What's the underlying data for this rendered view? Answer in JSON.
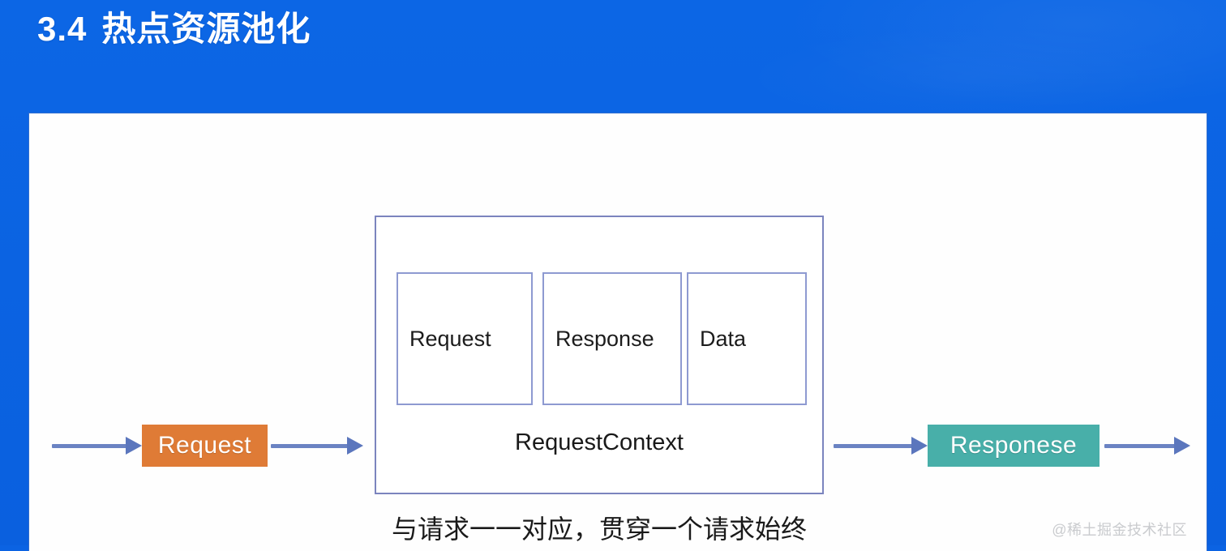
{
  "slide": {
    "number": "3.4",
    "title": "热点资源池化",
    "background_color": "#0B63E3",
    "panel_background": "#FEFEFE"
  },
  "diagram": {
    "request_chip": {
      "label": "Request",
      "color": "#DF7B36"
    },
    "response_chip": {
      "label": "Responese",
      "color": "#48AFA9"
    },
    "context": {
      "label": "RequestContext",
      "border_color": "#7B84BE",
      "items": [
        {
          "label": "Request"
        },
        {
          "label": "Response"
        },
        {
          "label": "Data"
        }
      ]
    },
    "arrows": [
      {
        "name": "inbound-arrow"
      },
      {
        "name": "request-to-context-arrow"
      },
      {
        "name": "context-to-response-arrow"
      },
      {
        "name": "outbound-arrow"
      }
    ],
    "arrow_color": "#6B83C3",
    "caption": "与请求一一对应，贯穿一个请求始终"
  },
  "watermark": {
    "text": "@稀土掘金技术社区"
  }
}
